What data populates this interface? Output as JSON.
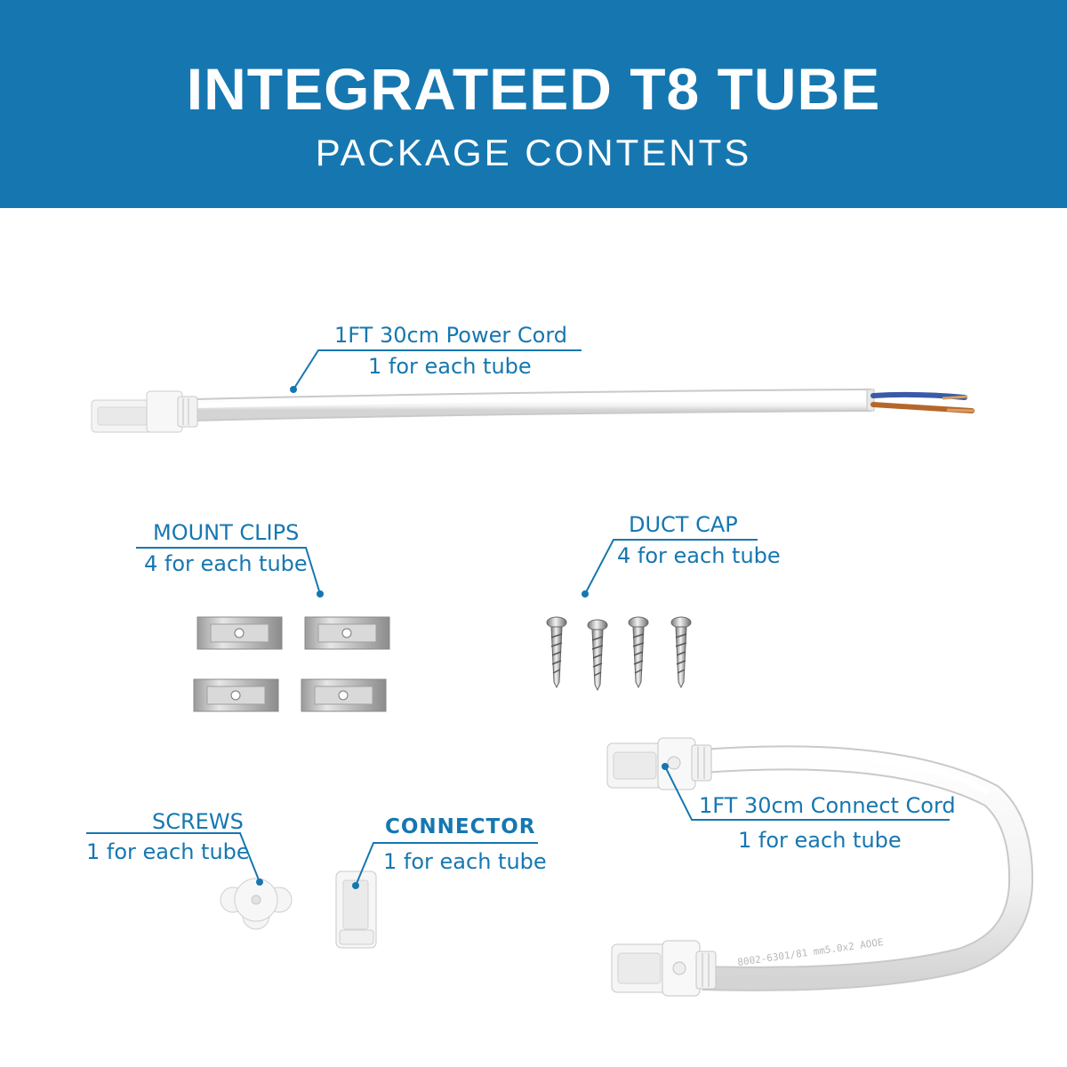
{
  "header": {
    "title": "INTEGRATEED T8 TUBE",
    "subtitle": "PACKAGE CONTENTS"
  },
  "colors": {
    "accent": "#1677b0",
    "background": "#ffffff"
  },
  "items": {
    "power_cord": {
      "name": "1FT 30cm Power Cord",
      "qty": "1 for each tube"
    },
    "mount_clips": {
      "name": "MOUNT CLIPS",
      "qty": "4 for each tube"
    },
    "duct_cap": {
      "name": "DUCT CAP",
      "qty": "4 for each tube"
    },
    "screws": {
      "name": "SCREWS",
      "qty": "1 for each tube"
    },
    "connector": {
      "name": "CONNECTOR",
      "qty": "1 for each tube"
    },
    "connect_cord": {
      "name": "1FT 30cm Connect Cord",
      "qty": "1 for each tube"
    }
  }
}
